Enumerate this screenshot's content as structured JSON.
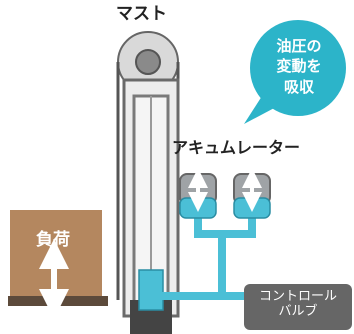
{
  "labels": {
    "mast": "マスト",
    "accumulator": "アキュムレーター",
    "load": "負荷",
    "bubble_lines": [
      "油圧の",
      "変動を",
      "吸収"
    ],
    "valve_lines": [
      "コントロール",
      "バルブ"
    ]
  },
  "colors": {
    "hydraulic": "#4bbfd6",
    "bubble": "#2cb4c9",
    "mast_gray": "#8a8a8a",
    "load_box": "#b4875f",
    "ground": "#5c4a3b",
    "valve_box": "#666666",
    "accumulator_body": "#9fa3a6"
  },
  "icons": {
    "load_arrow": "double-arrow-vertical",
    "accumulator_arrows": "double-arrow-vertical"
  }
}
